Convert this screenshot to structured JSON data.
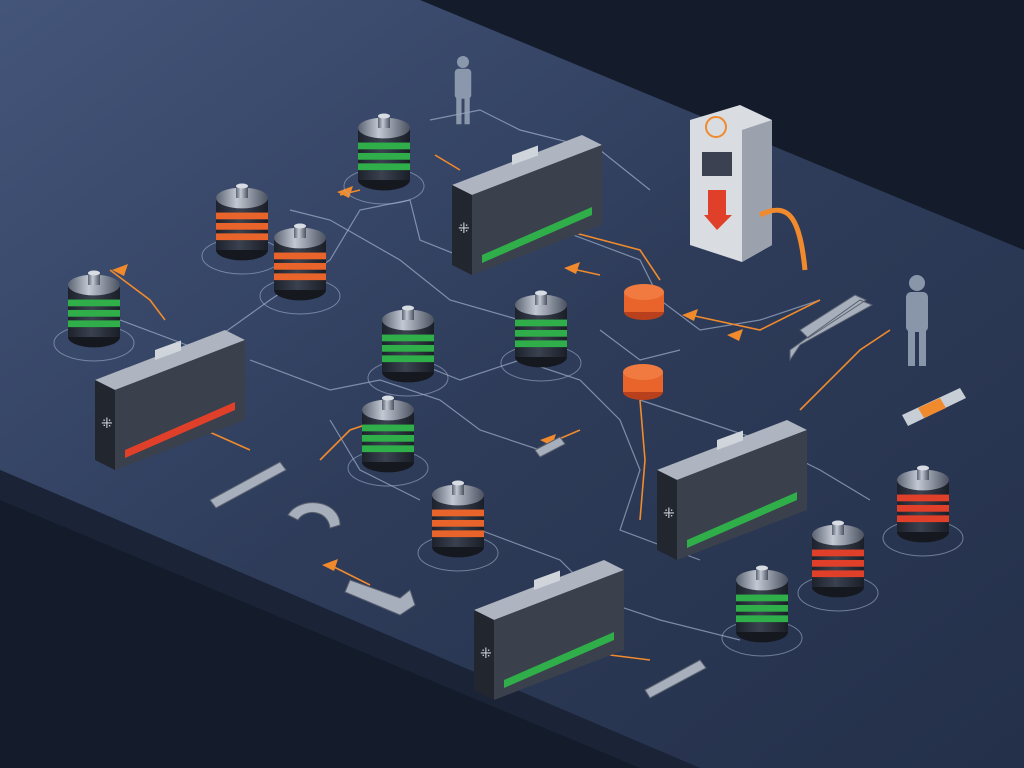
{
  "palette": {
    "background": "#141b2a",
    "surface_light": "#3a4a68",
    "surface_dark": "#26324a",
    "surface_edge": "#1b2436",
    "wire": "#9fb0cc",
    "accent_orange": "#f08a2c",
    "charge_green": "#2fae4a",
    "charge_orange": "#e8642a",
    "charge_red": "#e0402a",
    "metal": "#8a93a3",
    "battery_body": "#2a2f3a"
  },
  "batteries": [
    {
      "charge": "green"
    },
    {
      "charge": "orange"
    },
    {
      "charge": "orange"
    },
    {
      "charge": "green"
    },
    {
      "charge": "green"
    },
    {
      "charge": "green"
    },
    {
      "charge": "green"
    },
    {
      "charge": "orange"
    },
    {
      "charge": "green"
    },
    {
      "charge": "red"
    },
    {
      "charge": "red"
    }
  ],
  "pucks": [
    {
      "charge": "orange"
    },
    {
      "charge": "orange"
    }
  ],
  "packs": [
    {
      "charge": "red"
    },
    {
      "charge": "green"
    },
    {
      "charge": "green"
    },
    {
      "charge": "green"
    }
  ],
  "icons": [
    "charging-station-icon",
    "person-icon",
    "person-icon",
    "wrench-icon",
    "pliers-icon",
    "screwdriver-icon",
    "magnet-icon",
    "fuse-icon"
  ]
}
